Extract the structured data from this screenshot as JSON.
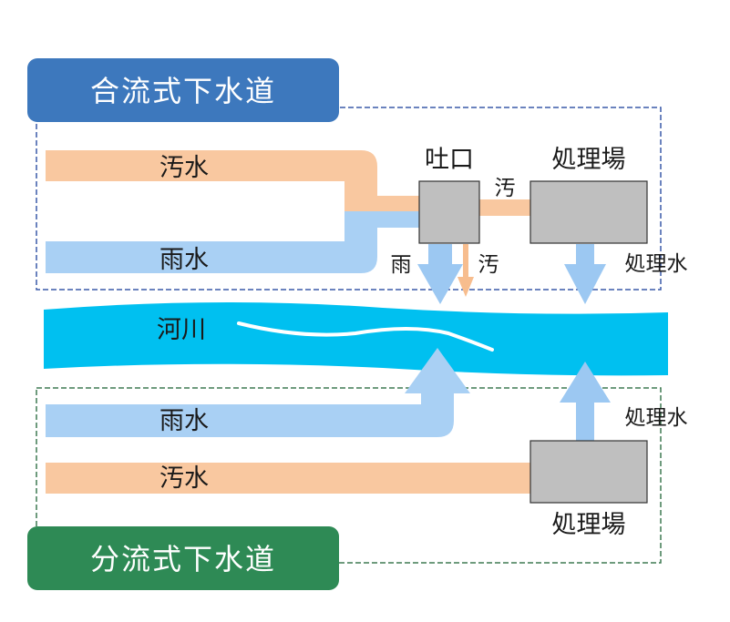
{
  "combined": {
    "title": "合流式下水道",
    "title_color": "#3d78bd",
    "sewage_label": "汚水",
    "rain_label": "雨水",
    "outfall_label": "吐口",
    "plant_label": "処理場",
    "to_plant_label": "汚",
    "rain_out_label": "雨",
    "sewage_out_label": "汚",
    "treated_label": "処理水",
    "border_color": "#3a5aa8"
  },
  "river": {
    "label": "河川",
    "color": "#00c0f0"
  },
  "separate": {
    "title": "分流式下水道",
    "title_color": "#2e8a55",
    "rain_label": "雨水",
    "sewage_label": "汚水",
    "plant_label": "処理場",
    "treated_label": "処理水",
    "border_color": "#3e7a52"
  },
  "colors": {
    "sewage_pipe": "#f9c8a0",
    "rain_pipe": "#a9d0f4",
    "facility_box": "#bfbfbf",
    "arrow_blue": "#9cc8f2",
    "arrow_orange": "#f7bd8e"
  }
}
